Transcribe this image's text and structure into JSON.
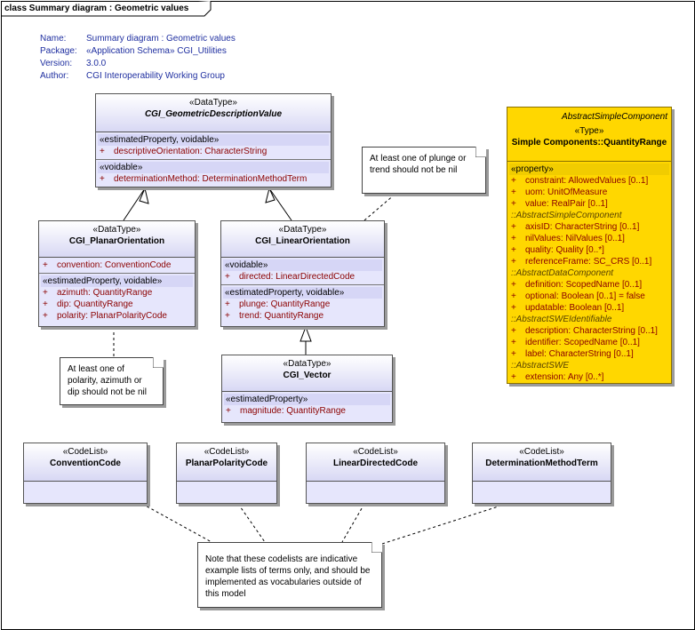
{
  "diagram": {
    "title": "class Summary diagram : Geometric values"
  },
  "meta": {
    "rows": [
      {
        "key": "Name:",
        "value": "Summary diagram : Geometric values"
      },
      {
        "key": "Package:",
        "value": "«Application Schema» CGI_Utilities"
      },
      {
        "key": "Version:",
        "value": "3.0.0"
      },
      {
        "key": "Author:",
        "value": "CGI Interoperability Working Group"
      }
    ]
  },
  "geometric": {
    "stereotype": "«DataType»",
    "name": "CGI_GeometricDescriptionValue",
    "sections": [
      {
        "label": "«estimatedProperty, voidable»",
        "attrs": [
          {
            "vis": "+",
            "text": "descriptiveOrientation:  CharacterString"
          }
        ]
      },
      {
        "label": "«voidable»",
        "attrs": [
          {
            "vis": "+",
            "text": "determinationMethod:  DeterminationMethodTerm"
          }
        ]
      }
    ]
  },
  "planar": {
    "stereotype": "«DataType»",
    "name": "CGI_PlanarOrientation",
    "attrs_top": [
      {
        "vis": "+",
        "text": "convention:  ConventionCode"
      }
    ],
    "section_label": "«estimatedProperty, voidable»",
    "attrs": [
      {
        "vis": "+",
        "text": "azimuth:  QuantityRange"
      },
      {
        "vis": "+",
        "text": "dip:  QuantityRange"
      },
      {
        "vis": "+",
        "text": "polarity:  PlanarPolarityCode"
      }
    ]
  },
  "linear": {
    "stereotype": "«DataType»",
    "name": "CGI_LinearOrientation",
    "sections": [
      {
        "label": "«voidable»",
        "attrs": [
          {
            "vis": "+",
            "text": "directed:  LinearDirectedCode"
          }
        ]
      },
      {
        "label": "«estimatedProperty, voidable»",
        "attrs": [
          {
            "vis": "+",
            "text": "plunge:  QuantityRange"
          },
          {
            "vis": "+",
            "text": "trend:  QuantityRange"
          }
        ]
      }
    ]
  },
  "vector": {
    "stereotype": "«DataType»",
    "name": "CGI_Vector",
    "section_label": "«estimatedProperty»",
    "attrs": [
      {
        "vis": "+",
        "text": "magnitude:  QuantityRange"
      }
    ]
  },
  "quantity": {
    "parent": "AbstractSimpleComponent",
    "stereotype": "«Type»",
    "name": "Simple Components::QuantityRange",
    "section_label": "«property»",
    "attrs": [
      {
        "kind": "attr",
        "vis": "+",
        "text": "constraint:  AllowedValues [0..1]"
      },
      {
        "kind": "attr",
        "vis": "+",
        "text": "uom:  UnitOfMeasure"
      },
      {
        "kind": "attr",
        "vis": "+",
        "text": "value:  RealPair [0..1]"
      },
      {
        "kind": "group",
        "text": "::AbstractSimpleComponent"
      },
      {
        "kind": "attr",
        "vis": "+",
        "text": "axisID:  CharacterString [0..1]"
      },
      {
        "kind": "attr",
        "vis": "+",
        "text": "nilValues:  NilValues [0..1]"
      },
      {
        "kind": "attr",
        "vis": "+",
        "text": "quality:  Quality [0..*]"
      },
      {
        "kind": "attr",
        "vis": "+",
        "text": "referenceFrame:  SC_CRS [0..1]"
      },
      {
        "kind": "group",
        "text": "::AbstractDataComponent"
      },
      {
        "kind": "attr",
        "vis": "+",
        "text": "definition:  ScopedName [0..1]"
      },
      {
        "kind": "attr",
        "vis": "+",
        "text": "optional:  Boolean [0..1] = false"
      },
      {
        "kind": "attr",
        "vis": "+",
        "text": "updatable:  Boolean [0..1]"
      },
      {
        "kind": "group",
        "text": "::AbstractSWEIdentifiable"
      },
      {
        "kind": "attr",
        "vis": "+",
        "text": "description:  CharacterString [0..1]"
      },
      {
        "kind": "attr",
        "vis": "+",
        "text": "identifier:  ScopedName [0..1]"
      },
      {
        "kind": "attr",
        "vis": "+",
        "text": "label:  CharacterString [0..1]"
      },
      {
        "kind": "group",
        "text": "::AbstractSWE"
      },
      {
        "kind": "attr",
        "vis": "+",
        "text": "extension:  Any [0..*]"
      }
    ]
  },
  "codelists": [
    {
      "stereotype": "«CodeList»",
      "name": "ConventionCode"
    },
    {
      "stereotype": "«CodeList»",
      "name": "PlanarPolarityCode"
    },
    {
      "stereotype": "«CodeList»",
      "name": "LinearDirectedCode"
    },
    {
      "stereotype": "«CodeList»",
      "name": "DeterminationMethodTerm"
    }
  ],
  "notes": {
    "linear": "At least one of plunge or trend should not be nil",
    "planar": "At least one of polarity, azimuth or dip should not be nil",
    "codelist": "Note that these codelists are indicative example lists of terms only, and should be implemented as vocabularies outside of this model"
  },
  "colors": {
    "meta_text": "#1f2fa0",
    "attribute_text": "#8b0000",
    "class_fill": "#e6e6fc",
    "highlight_fill": "#ffd700"
  }
}
